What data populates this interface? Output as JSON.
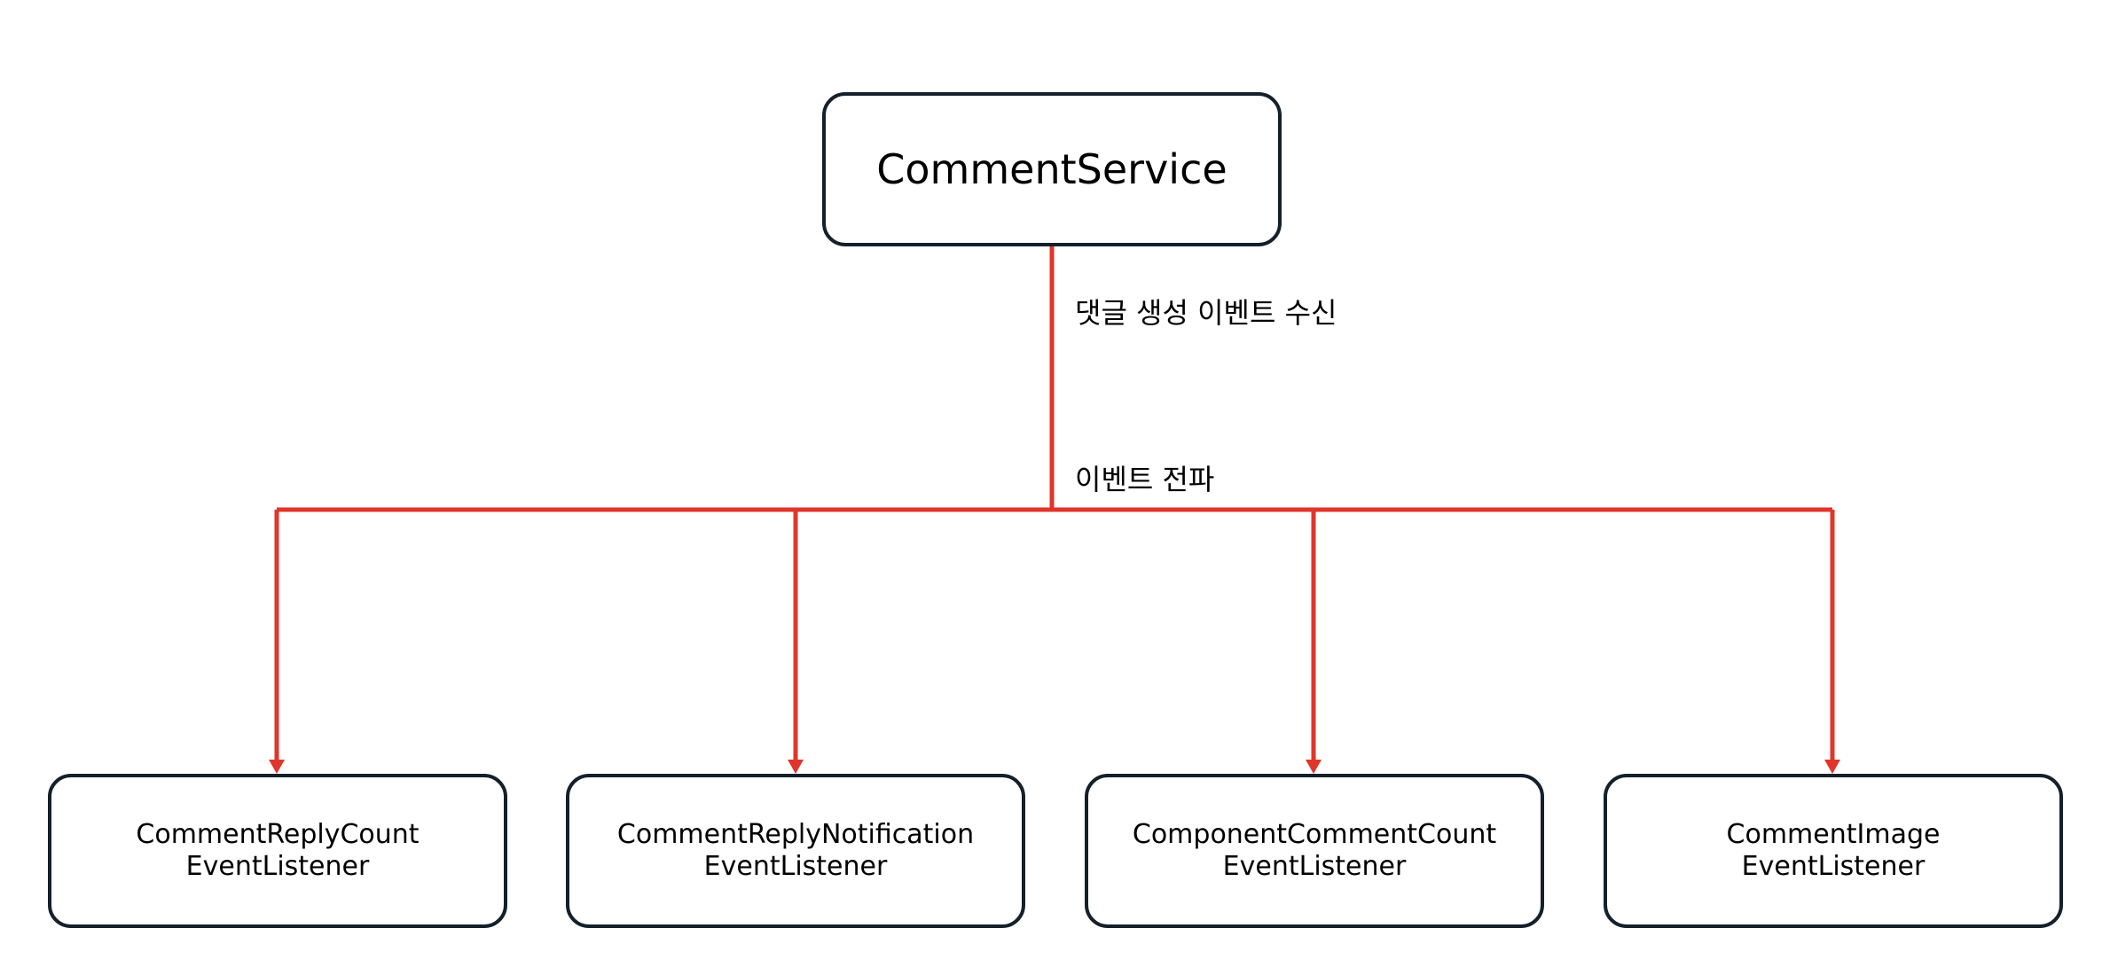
{
  "diagram": {
    "edge_color": "#e0352b",
    "border_color": "#14202b",
    "root": {
      "label": "CommentService"
    },
    "edge_labels": {
      "receive": "댓글 생성 이벤트 수신",
      "propagate": "이벤트 전파"
    },
    "listeners": [
      {
        "line1": "CommentReplyCount",
        "line2": "EventListener"
      },
      {
        "line1": "CommentReplyNotification",
        "line2": "EventListener"
      },
      {
        "line1": "ComponentCommentCount",
        "line2": "EventListener"
      },
      {
        "line1": "CommentImage",
        "line2": "EventListener"
      }
    ]
  }
}
